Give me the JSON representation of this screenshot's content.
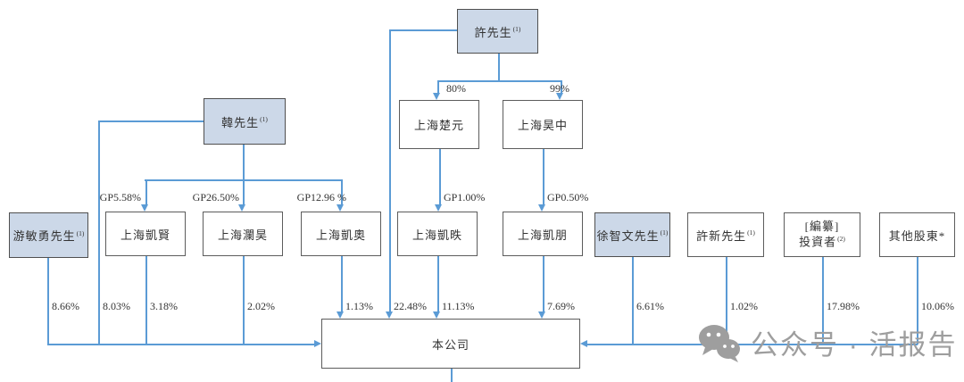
{
  "nodes": {
    "xu": {
      "label": "許先生",
      "sup": "(1)"
    },
    "chuyuan": {
      "label": "上海楚元"
    },
    "haozhong": {
      "label": "上海昊中"
    },
    "han": {
      "label": "韓先生",
      "sup": "(1)"
    },
    "youminyong": {
      "label": "游敏勇先生",
      "sup": "(1)"
    },
    "kaixian": {
      "label": "上海凱賢"
    },
    "lanhao": {
      "label": "上海瀾昊"
    },
    "kaiao": {
      "label": "上海凱奧"
    },
    "kaiyi": {
      "label": "上海凱昳"
    },
    "kaipeng": {
      "label": "上海凱朋"
    },
    "xuzhiwen": {
      "label": "徐智文先生",
      "sup": "(1)"
    },
    "xuxin": {
      "label": "許新先生",
      "sup": "(1)"
    },
    "investors": {
      "line1": "[編纂]",
      "line2": "投資者",
      "sup": "(2)"
    },
    "others": {
      "label": "其他股東*"
    },
    "company": {
      "label": "本公司"
    }
  },
  "edge_labels": {
    "pct80": "80%",
    "pct99": "99%",
    "gp558": "GP5.58%",
    "gp2650": "GP26.50%",
    "gp1296": "GP12.96 %",
    "gp100": "GP1.00%",
    "gp050": "GP0.50%",
    "p866": "8.66%",
    "p803": "8.03%",
    "p318": "3.18%",
    "p202": "2.02%",
    "p113": "1.13%",
    "p2248": "22.48%",
    "p1113": "11.13%",
    "p769": "7.69%",
    "p661": "6.61%",
    "p102": "1.02%",
    "p1798": "17.98%",
    "p1006": "10.06%"
  },
  "watermark": {
    "text": "公众号 · 活报告"
  },
  "colors": {
    "line": "#5b9bd5",
    "blue_box_fill": "#ccd8e8",
    "box_border": "#5c5c5c",
    "watermark": "#9e9e9e"
  }
}
